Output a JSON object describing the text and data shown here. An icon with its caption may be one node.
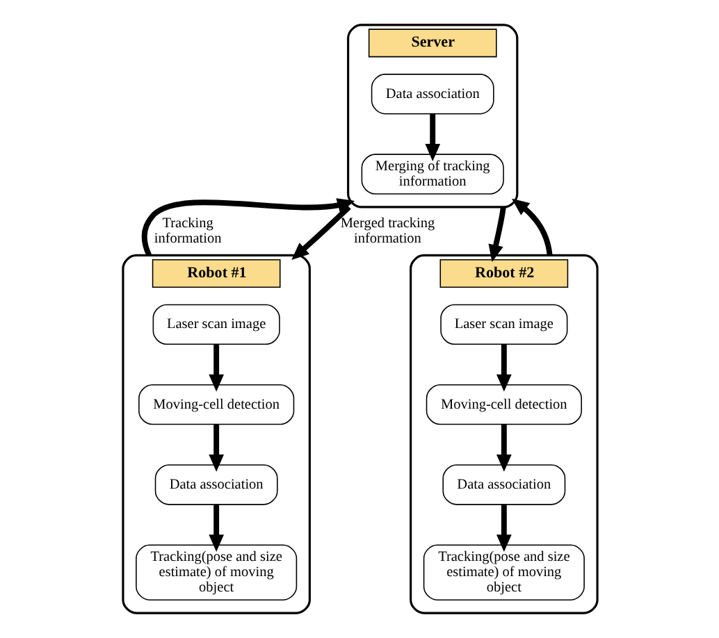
{
  "diagram": {
    "nodes": [
      {
        "text": [
          "Server"
        ]
      },
      {
        "text": [
          "Data association"
        ],
        "in": 0
      },
      {
        "text": [
          "Merging of tracking information"
        ],
        "in": 0
      },
      {
        "text": [
          "Robot #1"
        ]
      },
      {
        "text": [
          "Laser scan image"
        ],
        "in": 3
      },
      {
        "text": [
          "Moving-cell detection"
        ],
        "in": 3
      },
      {
        "text": [
          "Data association"
        ],
        "in": 3
      },
      {
        "text": [
          "Tracking(pose and size estimate) of moving object"
        ],
        "in": 3
      },
      {
        "text": [
          "Robot #2"
        ]
      },
      {
        "text": [
          "Laser scan image"
        ],
        "in": 8
      },
      {
        "text": [
          "Moving-cell detection"
        ],
        "in": 8
      },
      {
        "text": [
          "Data association"
        ],
        "in": 8
      },
      {
        "text": [
          "Tracking(pose and size estimate) of moving object"
        ],
        "in": 8
      }
    ],
    "edges": [
      {
        "from": 1,
        "to": 2,
        "arrow": "to"
      },
      {
        "from": 4,
        "to": 5,
        "arrow": "to"
      },
      {
        "from": 5,
        "to": 6,
        "arrow": "to"
      },
      {
        "from": 6,
        "to": 7,
        "arrow": "to"
      },
      {
        "from": 9,
        "to": 10,
        "arrow": "to"
      },
      {
        "from": 10,
        "to": 11,
        "arrow": "to"
      },
      {
        "from": 11,
        "to": 12,
        "arrow": "to"
      },
      {
        "from": 3,
        "to": 0,
        "arrow": "to",
        "label": "Tracking information"
      },
      {
        "from": 0,
        "to": 3,
        "arrow": "to",
        "label": "Merged tracking information"
      },
      {
        "from": 0,
        "to": 8,
        "arrow": "to"
      },
      {
        "from": 8,
        "to": 0,
        "arrow": "to"
      }
    ]
  }
}
